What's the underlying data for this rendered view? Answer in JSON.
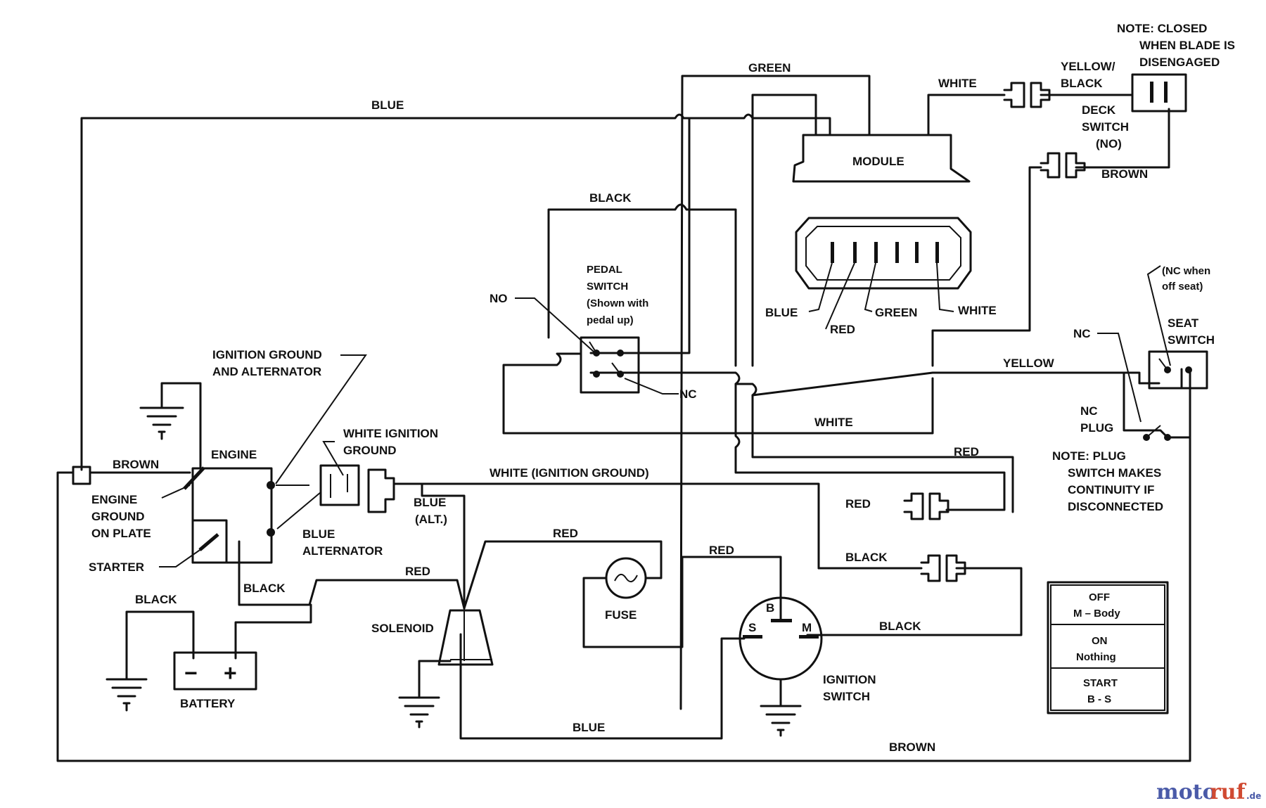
{
  "wires": {
    "blue_top": "BLUE",
    "green": "GREEN",
    "black_pedal": "BLACK",
    "brown_engine": "BROWN",
    "white_deck": "WHITE",
    "yellow_black": "YELLOW/",
    "yellow_black_2": "BLACK",
    "brown_deck": "BROWN",
    "yellow_seat": "YELLOW",
    "white_mid": "WHITE",
    "red_mid": "RED",
    "white_ign_ground": "WHITE (IGNITION GROUND)",
    "blue_alt_1": "BLUE",
    "blue_alt_2": "(ALT.)",
    "red_conn": "RED",
    "black_conn": "BLACK",
    "red_fuse": "RED",
    "red_ignition": "RED",
    "red_solenoid": "RED",
    "black_starter": "BLACK",
    "black_battery": "BLACK",
    "black_ignition": "BLACK",
    "blue_bottom": "BLUE",
    "brown_bottom": "BROWN"
  },
  "components": {
    "module": "MODULE",
    "pedal_switch": [
      "PEDAL",
      "SWITCH",
      "(Shown with",
      "pedal up)"
    ],
    "deck_switch": [
      "DECK",
      "SWITCH",
      "(NO)"
    ],
    "seat_switch": [
      "SEAT",
      "SWITCH"
    ],
    "plug": [
      "NC",
      "PLUG"
    ],
    "engine": "ENGINE",
    "fuse": "FUSE",
    "battery": "BATTERY",
    "solenoid": "SOLENOID",
    "ignition_switch": [
      "IGNITION",
      "SWITCH"
    ],
    "terminal_b": "B",
    "terminal_s": "S",
    "terminal_m": "M",
    "battery_minus": "−",
    "battery_plus": "+"
  },
  "connector_pins": {
    "blue": "BLUE",
    "green": "GREEN",
    "white": "WHITE",
    "red": "RED"
  },
  "labels": {
    "no_pedal": "NO",
    "nc_pedal": "NC",
    "nc_seat": "NC",
    "nc_when_off_seat": [
      "(NC when",
      "off seat)"
    ],
    "ignition_ground_alt": [
      "IGNITION GROUND",
      "AND ALTERNATOR"
    ],
    "white_ignition_ground": [
      "WHITE IGNITION",
      "GROUND"
    ],
    "engine_ground": [
      "ENGINE",
      "GROUND",
      "ON PLATE"
    ],
    "starter": "STARTER",
    "blue_alternator": [
      "BLUE",
      "ALTERNATOR"
    ]
  },
  "notes": {
    "deck_note": [
      "NOTE:  CLOSED",
      "WHEN BLADE IS",
      "DISENGAGED"
    ],
    "plug_note": [
      "NOTE:  PLUG",
      "SWITCH MAKES",
      "CONTINUITY IF",
      "DISCONNECTED"
    ]
  },
  "ignition_table": [
    {
      "state": "OFF",
      "circuit": "M – Body"
    },
    {
      "state": "ON",
      "circuit": "Nothing"
    },
    {
      "state": "START",
      "circuit": "B - S"
    }
  ],
  "watermark": {
    "part1": "moto",
    "part2": "ruf",
    "suffix": ".de"
  }
}
